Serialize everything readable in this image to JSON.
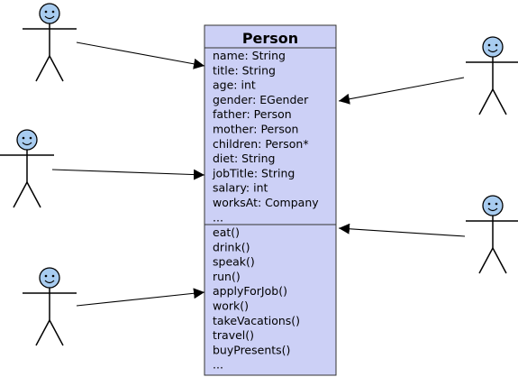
{
  "colors": {
    "class_fill": "#ccd0f6",
    "class_stroke": "#333333",
    "figure_fill": "#a8ccf0",
    "figure_stroke": "#000000",
    "arrow": "#000000"
  },
  "uml_class": {
    "name": "Person",
    "attributes": [
      "name: String",
      "title: String",
      "age: int",
      "gender: EGender",
      "father: Person",
      "mother: Person",
      "children: Person*",
      "diet: String",
      "jobTitle: String",
      "salary: int",
      "worksAt: Company",
      "..."
    ],
    "operations": [
      "eat()",
      "drink()",
      "speak()",
      "run()",
      "applyForJob()",
      "work()",
      "takeVacations()",
      "travel()",
      "buyPresents()",
      "..."
    ]
  },
  "actors": [
    {
      "icon": "stick-figure-icon"
    },
    {
      "icon": "stick-figure-icon"
    },
    {
      "icon": "stick-figure-icon"
    },
    {
      "icon": "stick-figure-icon"
    },
    {
      "icon": "stick-figure-icon"
    },
    {
      "icon": "stick-figure-icon"
    }
  ]
}
